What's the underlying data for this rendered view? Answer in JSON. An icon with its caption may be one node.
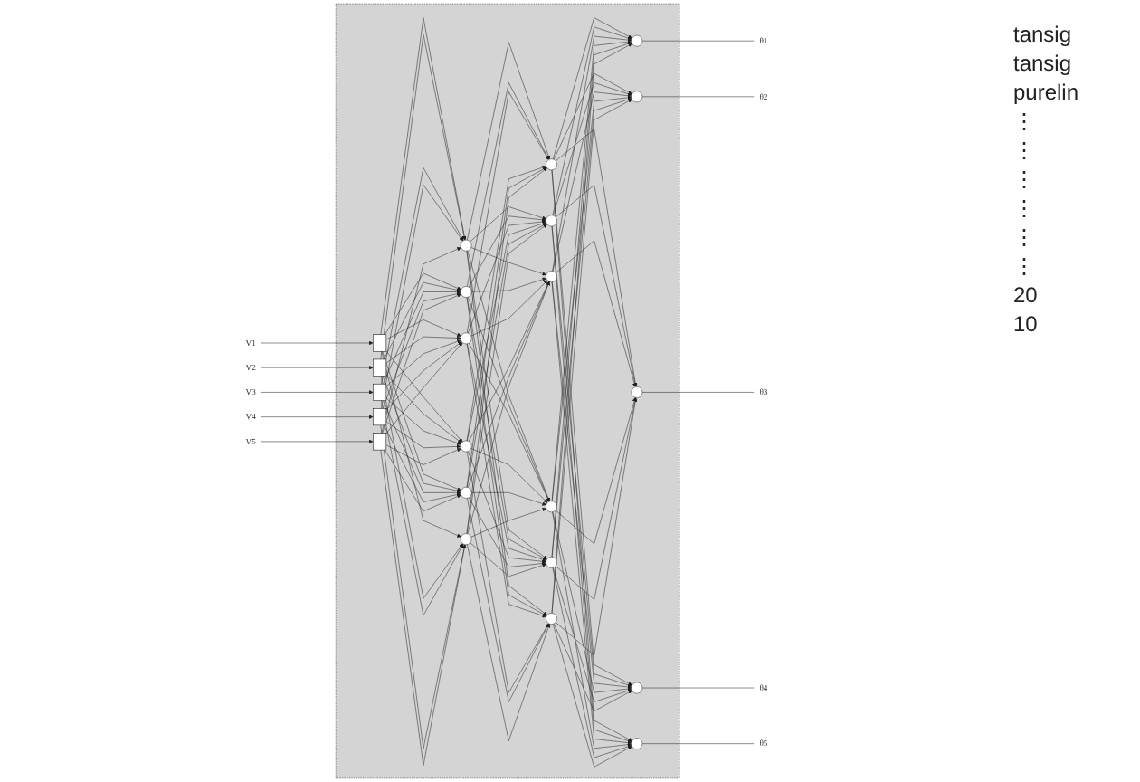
{
  "diagram": {
    "nodes": [
      {
        "text": [],
        "shape": "box"
      },
      {
        "text": [
          "V1"
        ]
      },
      {
        "text": [
          "V2"
        ]
      },
      {
        "text": [
          "V3"
        ]
      },
      {
        "text": [
          "V4"
        ]
      },
      {
        "text": [
          "V5"
        ]
      },
      {
        "text": [],
        "shape": "box",
        "in": 0
      },
      {
        "text": [],
        "shape": "box",
        "in": 0
      },
      {
        "text": [],
        "shape": "box",
        "in": 0
      },
      {
        "text": [],
        "shape": "box",
        "in": 0
      },
      {
        "text": [],
        "shape": "box",
        "in": 0
      },
      {
        "text": [],
        "shape": "circle",
        "in": 0
      },
      {
        "text": [],
        "shape": "circle",
        "in": 0
      },
      {
        "text": [],
        "shape": "circle",
        "in": 0
      },
      {
        "text": [],
        "shape": "circle",
        "in": 0
      },
      {
        "text": [],
        "shape": "circle",
        "in": 0
      },
      {
        "text": [],
        "shape": "circle",
        "in": 0
      },
      {
        "text": [],
        "shape": "circle",
        "in": 0
      },
      {
        "text": [],
        "shape": "circle",
        "in": 0
      },
      {
        "text": [],
        "shape": "circle",
        "in": 0
      },
      {
        "text": [],
        "shape": "circle",
        "in": 0
      },
      {
        "text": [],
        "shape": "circle",
        "in": 0
      },
      {
        "text": [],
        "shape": "circle",
        "in": 0
      },
      {
        "text": [],
        "shape": "circle",
        "in": 0
      },
      {
        "text": [],
        "shape": "circle",
        "in": 0
      },
      {
        "text": [],
        "shape": "circle",
        "in": 0
      },
      {
        "text": [],
        "shape": "circle",
        "in": 0
      },
      {
        "text": [],
        "shape": "circle",
        "in": 0
      },
      {
        "text": [
          "θ1"
        ]
      },
      {
        "text": [
          "θ2"
        ]
      },
      {
        "text": [
          "θ3"
        ]
      },
      {
        "text": [
          "θ4"
        ]
      },
      {
        "text": [
          "θ5"
        ]
      }
    ],
    "edges": [
      {
        "from": 1,
        "to": 6,
        "arrow": "to"
      },
      {
        "from": 2,
        "to": 7,
        "arrow": "to"
      },
      {
        "from": 3,
        "to": 8,
        "arrow": "to"
      },
      {
        "from": 4,
        "to": 9,
        "arrow": "to"
      },
      {
        "from": 5,
        "to": 10,
        "arrow": "to"
      },
      {
        "from": 6,
        "to": 11,
        "arrow": "to"
      },
      {
        "from": 6,
        "to": 12,
        "arrow": "to"
      },
      {
        "from": 6,
        "to": 13,
        "arrow": "to"
      },
      {
        "from": 6,
        "to": 14,
        "arrow": "to"
      },
      {
        "from": 6,
        "to": 15,
        "arrow": "to"
      },
      {
        "from": 6,
        "to": 16,
        "arrow": "to"
      },
      {
        "from": 7,
        "to": 11,
        "arrow": "to"
      },
      {
        "from": 7,
        "to": 12,
        "arrow": "to"
      },
      {
        "from": 7,
        "to": 13,
        "arrow": "to"
      },
      {
        "from": 7,
        "to": 14,
        "arrow": "to"
      },
      {
        "from": 7,
        "to": 15,
        "arrow": "to"
      },
      {
        "from": 7,
        "to": 16,
        "arrow": "to"
      },
      {
        "from": 8,
        "to": 11,
        "arrow": "to"
      },
      {
        "from": 8,
        "to": 12,
        "arrow": "to"
      },
      {
        "from": 8,
        "to": 13,
        "arrow": "to"
      },
      {
        "from": 8,
        "to": 14,
        "arrow": "to"
      },
      {
        "from": 8,
        "to": 15,
        "arrow": "to"
      },
      {
        "from": 8,
        "to": 16,
        "arrow": "to"
      },
      {
        "from": 9,
        "to": 11,
        "arrow": "to"
      },
      {
        "from": 9,
        "to": 12,
        "arrow": "to"
      },
      {
        "from": 9,
        "to": 13,
        "arrow": "to"
      },
      {
        "from": 9,
        "to": 14,
        "arrow": "to"
      },
      {
        "from": 9,
        "to": 15,
        "arrow": "to"
      },
      {
        "from": 9,
        "to": 16,
        "arrow": "to"
      },
      {
        "from": 10,
        "to": 11,
        "arrow": "to"
      },
      {
        "from": 10,
        "to": 12,
        "arrow": "to"
      },
      {
        "from": 10,
        "to": 13,
        "arrow": "to"
      },
      {
        "from": 10,
        "to": 14,
        "arrow": "to"
      },
      {
        "from": 10,
        "to": 15,
        "arrow": "to"
      },
      {
        "from": 10,
        "to": 16,
        "arrow": "to"
      },
      {
        "from": 11,
        "to": 17,
        "arrow": "to"
      },
      {
        "from": 11,
        "to": 18,
        "arrow": "to"
      },
      {
        "from": 11,
        "to": 19,
        "arrow": "to"
      },
      {
        "from": 11,
        "to": 20,
        "arrow": "to"
      },
      {
        "from": 11,
        "to": 21,
        "arrow": "to"
      },
      {
        "from": 11,
        "to": 22,
        "arrow": "to"
      },
      {
        "from": 12,
        "to": 17,
        "arrow": "to"
      },
      {
        "from": 12,
        "to": 18,
        "arrow": "to"
      },
      {
        "from": 12,
        "to": 19,
        "arrow": "to"
      },
      {
        "from": 12,
        "to": 20,
        "arrow": "to"
      },
      {
        "from": 12,
        "to": 21,
        "arrow": "to"
      },
      {
        "from": 12,
        "to": 22,
        "arrow": "to"
      },
      {
        "from": 13,
        "to": 17,
        "arrow": "to"
      },
      {
        "from": 13,
        "to": 18,
        "arrow": "to"
      },
      {
        "from": 13,
        "to": 19,
        "arrow": "to"
      },
      {
        "from": 13,
        "to": 20,
        "arrow": "to"
      },
      {
        "from": 13,
        "to": 21,
        "arrow": "to"
      },
      {
        "from": 13,
        "to": 22,
        "arrow": "to"
      },
      {
        "from": 14,
        "to": 17,
        "arrow": "to"
      },
      {
        "from": 14,
        "to": 18,
        "arrow": "to"
      },
      {
        "from": 14,
        "to": 19,
        "arrow": "to"
      },
      {
        "from": 14,
        "to": 20,
        "arrow": "to"
      },
      {
        "from": 14,
        "to": 21,
        "arrow": "to"
      },
      {
        "from": 14,
        "to": 22,
        "arrow": "to"
      },
      {
        "from": 15,
        "to": 17,
        "arrow": "to"
      },
      {
        "from": 15,
        "to": 18,
        "arrow": "to"
      },
      {
        "from": 15,
        "to": 19,
        "arrow": "to"
      },
      {
        "from": 15,
        "to": 20,
        "arrow": "to"
      },
      {
        "from": 15,
        "to": 21,
        "arrow": "to"
      },
      {
        "from": 15,
        "to": 22,
        "arrow": "to"
      },
      {
        "from": 16,
        "to": 17,
        "arrow": "to"
      },
      {
        "from": 16,
        "to": 18,
        "arrow": "to"
      },
      {
        "from": 16,
        "to": 19,
        "arrow": "to"
      },
      {
        "from": 16,
        "to": 20,
        "arrow": "to"
      },
      {
        "from": 16,
        "to": 21,
        "arrow": "to"
      },
      {
        "from": 16,
        "to": 22,
        "arrow": "to"
      },
      {
        "from": 17,
        "to": 23,
        "arrow": "to"
      },
      {
        "from": 17,
        "to": 24,
        "arrow": "to"
      },
      {
        "from": 17,
        "to": 25,
        "arrow": "to"
      },
      {
        "from": 17,
        "to": 26,
        "arrow": "to"
      },
      {
        "from": 17,
        "to": 27,
        "arrow": "to"
      },
      {
        "from": 18,
        "to": 23,
        "arrow": "to"
      },
      {
        "from": 18,
        "to": 24,
        "arrow": "to"
      },
      {
        "from": 18,
        "to": 25,
        "arrow": "to"
      },
      {
        "from": 18,
        "to": 26,
        "arrow": "to"
      },
      {
        "from": 18,
        "to": 27,
        "arrow": "to"
      },
      {
        "from": 19,
        "to": 23,
        "arrow": "to"
      },
      {
        "from": 19,
        "to": 24,
        "arrow": "to"
      },
      {
        "from": 19,
        "to": 25,
        "arrow": "to"
      },
      {
        "from": 19,
        "to": 26,
        "arrow": "to"
      },
      {
        "from": 19,
        "to": 27,
        "arrow": "to"
      },
      {
        "from": 20,
        "to": 23,
        "arrow": "to"
      },
      {
        "from": 20,
        "to": 24,
        "arrow": "to"
      },
      {
        "from": 20,
        "to": 25,
        "arrow": "to"
      },
      {
        "from": 20,
        "to": 26,
        "arrow": "to"
      },
      {
        "from": 20,
        "to": 27,
        "arrow": "to"
      },
      {
        "from": 21,
        "to": 23,
        "arrow": "to"
      },
      {
        "from": 21,
        "to": 24,
        "arrow": "to"
      },
      {
        "from": 21,
        "to": 25,
        "arrow": "to"
      },
      {
        "from": 21,
        "to": 26,
        "arrow": "to"
      },
      {
        "from": 21,
        "to": 27,
        "arrow": "to"
      },
      {
        "from": 22,
        "to": 23,
        "arrow": "to"
      },
      {
        "from": 22,
        "to": 24,
        "arrow": "to"
      },
      {
        "from": 22,
        "to": 25,
        "arrow": "to"
      },
      {
        "from": 22,
        "to": 26,
        "arrow": "to"
      },
      {
        "from": 22,
        "to": 27,
        "arrow": "to"
      },
      {
        "from": 23,
        "to": 28,
        "arrow": "none"
      },
      {
        "from": 24,
        "to": 29,
        "arrow": "none"
      },
      {
        "from": 25,
        "to": 30,
        "arrow": "none"
      },
      {
        "from": 26,
        "to": 31,
        "arrow": "none"
      },
      {
        "from": 27,
        "to": 32,
        "arrow": "none"
      }
    ],
    "labels": [
      "tansig",
      "tansig",
      "purelin",
      "⋮",
      "⋮",
      "⋮",
      "⋮",
      "⋮",
      "⋮",
      "20",
      "10"
    ]
  }
}
